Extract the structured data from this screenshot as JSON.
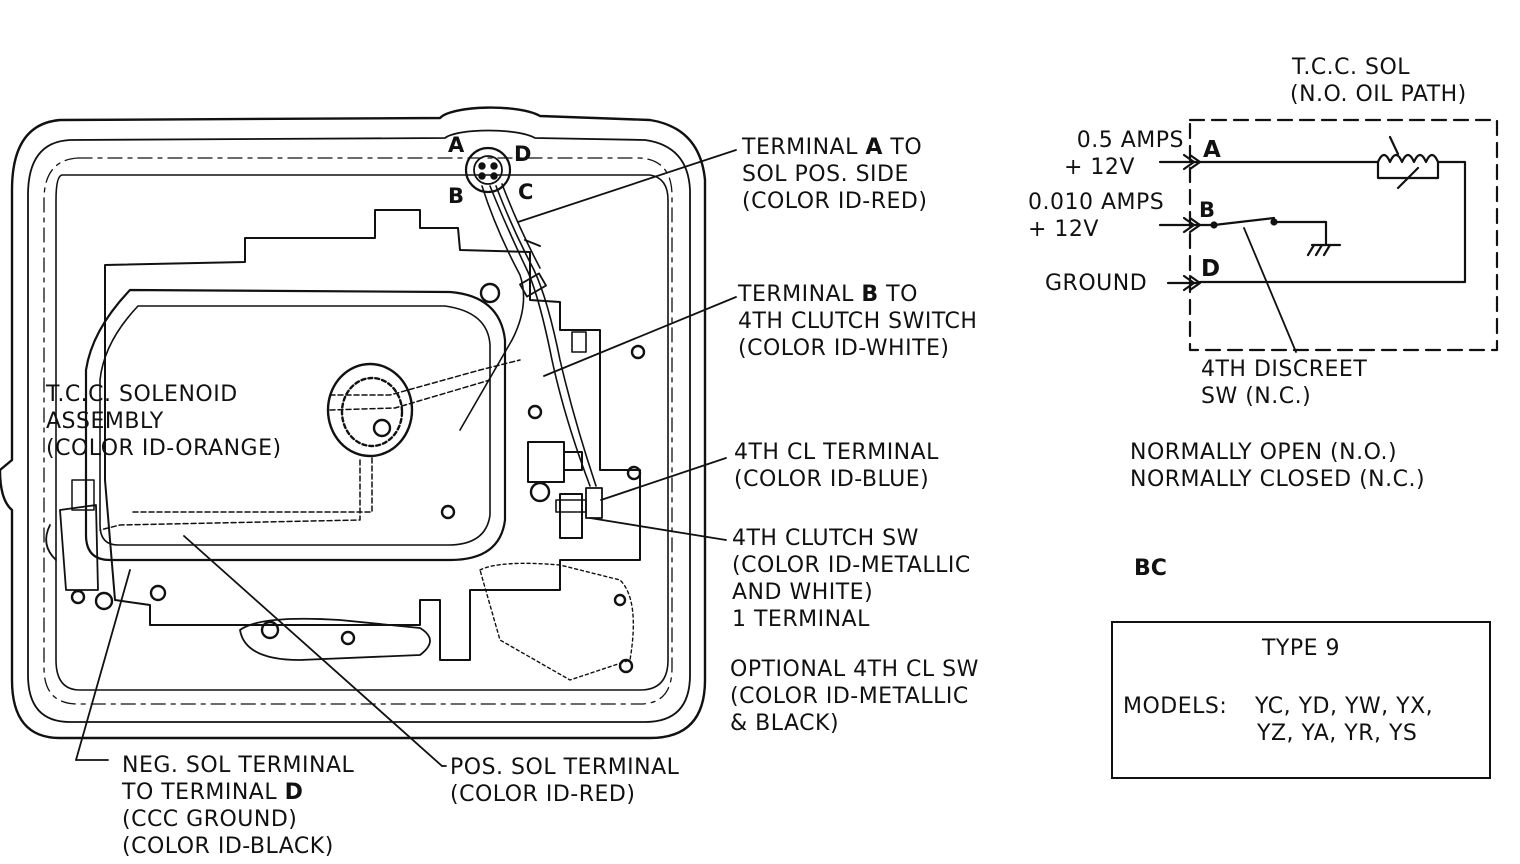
{
  "callouts": {
    "terminal_a": {
      "lines": [
        "TERMINAL ",
        "SOL POS. SIDE",
        "(COLOR ID-RED)"
      ],
      "letter": "A",
      "suffix": " TO"
    },
    "terminal_b": {
      "lines": [
        "TERMINAL ",
        "4TH CLUTCH SWITCH",
        "(COLOR ID-WHITE)"
      ],
      "letter": "B",
      "suffix": " TO"
    },
    "tcc_solenoid": {
      "lines": [
        "T.C.C. SOLENOID",
        "ASSEMBLY",
        "(COLOR ID-ORANGE)"
      ]
    },
    "fourth_cl_terminal": {
      "lines": [
        "4TH CL TERMINAL",
        "(COLOR ID-BLUE)"
      ]
    },
    "fourth_clutch_sw": {
      "lines": [
        "4TH CLUTCH SW",
        "(COLOR ID-METALLIC",
        "AND WHITE)",
        "1 TERMINAL"
      ]
    },
    "optional_sw": {
      "lines": [
        "OPTIONAL 4TH CL SW",
        "(COLOR ID-METALLIC",
        "& BLACK)"
      ]
    },
    "neg_sol": {
      "lines": [
        "NEG. SOL TERMINAL",
        "TO TERMINAL ",
        "(CCC GROUND)",
        "(COLOR ID-BLACK)"
      ],
      "letter": "D"
    },
    "pos_sol": {
      "lines": [
        "POS. SOL TERMINAL",
        "(COLOR ID-RED)"
      ]
    }
  },
  "connector_letters": {
    "a": "A",
    "b": "B",
    "c": "C",
    "d": "D"
  },
  "schematic": {
    "sol_title": [
      "T.C.C. SOL",
      "(N.O. OIL PATH)"
    ],
    "input_a": [
      "0.5 AMPS",
      "+ 12V"
    ],
    "input_b": [
      "0.010 AMPS",
      "+ 12V"
    ],
    "ground": "GROUND",
    "pin_a": "A",
    "pin_b": "B",
    "pin_d": "D",
    "switch_label": [
      "4TH DISCREET",
      "SW (N.C.)"
    ]
  },
  "legend": [
    "NORMALLY OPEN (N.O.)",
    "NORMALLY CLOSED (N.C.)"
  ],
  "code": "BC",
  "type_box": {
    "title": "TYPE 9",
    "models_label": "MODELS:",
    "models": [
      "YC, YD, YW, YX,",
      "YZ, YA, YR, YS"
    ]
  }
}
